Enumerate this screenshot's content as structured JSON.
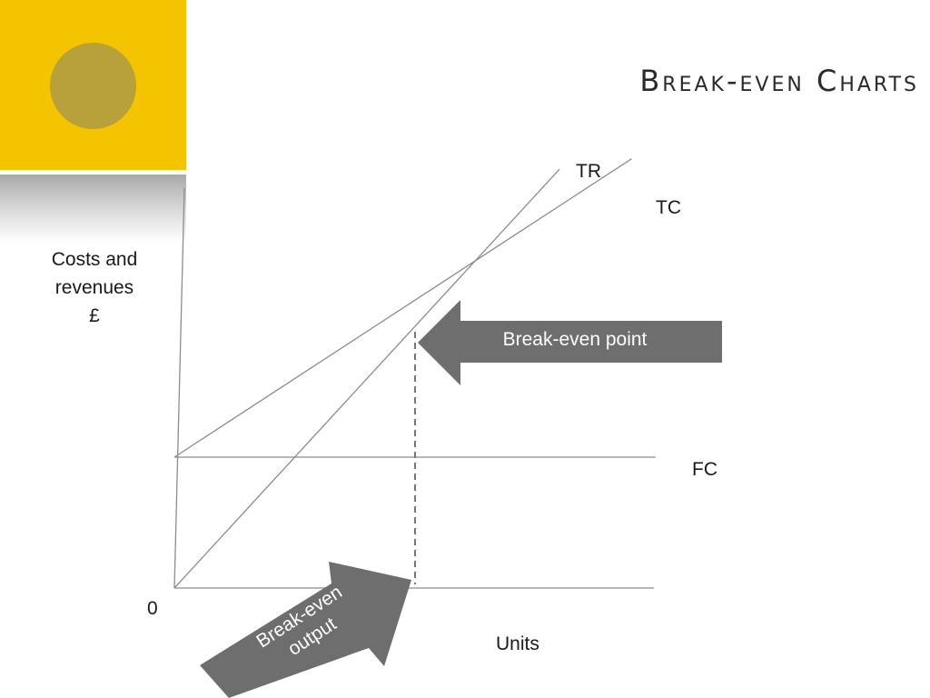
{
  "slide": {
    "title": "Break-even Charts"
  },
  "chart_data": {
    "type": "line",
    "ylabel_lines": [
      "Costs and",
      "revenues",
      "£"
    ],
    "xlabel": "Units",
    "origin_label": "0",
    "series": [
      {
        "name": "TR",
        "points": [
          [
            0,
            0
          ],
          [
            1.6,
            1.6
          ]
        ]
      },
      {
        "name": "TC",
        "points": [
          [
            0,
            0.5
          ],
          [
            1.9,
            1.64
          ]
        ]
      },
      {
        "name": "FC",
        "points": [
          [
            0,
            0.5
          ],
          [
            2.0,
            0.5
          ]
        ]
      }
    ],
    "break_even": {
      "x": 1.0,
      "y": 1.0
    },
    "annotations": {
      "break_even_point": "Break-even point",
      "break_even_output_lines": [
        "Break-even",
        "output"
      ]
    }
  },
  "colors": {
    "accent_yellow": "#f5c400",
    "circle": "#b8a03a",
    "arrow_gray": "#6e6e6e",
    "axis_gray": "#8c8c8c"
  }
}
